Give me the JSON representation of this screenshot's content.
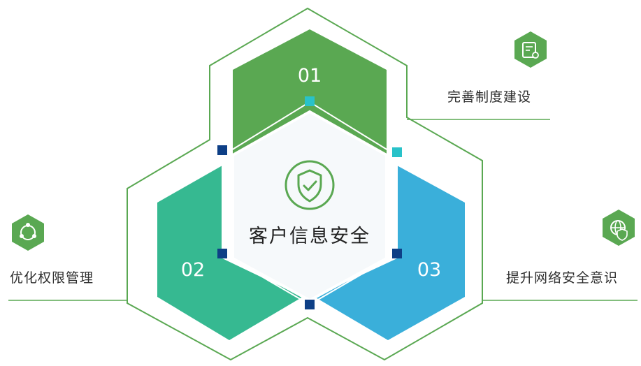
{
  "center": {
    "title": "客户信息安全",
    "icon": "shield-check-icon"
  },
  "items": [
    {
      "number": "01",
      "label": "完善制度建设",
      "icon": "certificate-icon",
      "color": "#5aa852"
    },
    {
      "number": "02",
      "label": "优化权限管理",
      "icon": "share-nodes-icon",
      "color": "#36b991"
    },
    {
      "number": "03",
      "label": "提升网络安全意识",
      "icon": "globe-shield-icon",
      "color": "#3aafda"
    }
  ],
  "colors": {
    "outline": "#5aa852",
    "marker_cyan": "#29c2c9",
    "marker_navy": "#0e3f86",
    "center_bg": "#f6f9fb"
  }
}
